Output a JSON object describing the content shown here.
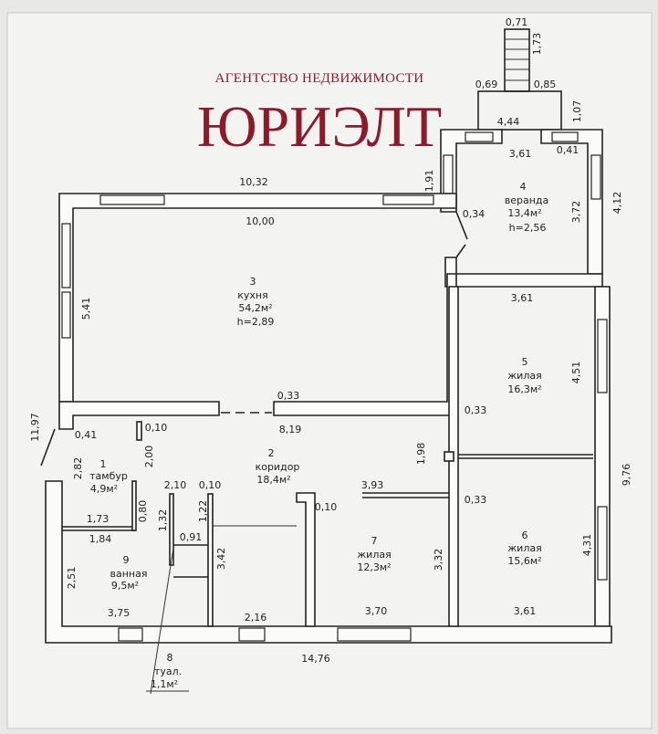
{
  "watermark": {
    "agency": "АГЕНТСТВО НЕДВИЖИМОСТИ",
    "brand": "ЮРИЭЛТ",
    "color": "#8b1a2b"
  },
  "rooms": [
    {
      "num": "1",
      "name": "тамбур",
      "area": "4,9м²"
    },
    {
      "num": "2",
      "name": "коридор",
      "area": "18,4м²"
    },
    {
      "num": "3",
      "name": "кухня",
      "area": "54,2м²",
      "height": "h=2,89"
    },
    {
      "num": "4",
      "name": "веранда",
      "area": "13,4м²",
      "height": "h=2,56"
    },
    {
      "num": "5",
      "name": "жилая",
      "area": "16,3м²"
    },
    {
      "num": "6",
      "name": "жилая",
      "area": "15,6м²"
    },
    {
      "num": "7",
      "name": "жилая",
      "area": "12,3м²"
    },
    {
      "num": "8",
      "name": "туал.",
      "area": "1,1м²"
    },
    {
      "num": "9",
      "name": "ванная",
      "area": "9,5м²"
    }
  ],
  "dimensions": {
    "stairs_width": "0,71",
    "stairs_length": "1,73",
    "porch_left": "0,69",
    "porch_right": "0,85",
    "porch_depth": "1,07",
    "veranda_outer": "4,44",
    "veranda_inner": "3,61",
    "veranda_wall": "0,41",
    "veranda_left": "1,91",
    "veranda_height": "3,72",
    "veranda_right": "4,12",
    "veranda_door": "0,34",
    "top_outer": "10,32",
    "top_inner": "10,00",
    "kitchen_left": "5,41",
    "left_total": "11,97",
    "kitchen_wall": "0,33",
    "corridor_width": "8,19",
    "room5_top": "3,61",
    "room5_side": "4,51",
    "room5_wall": "0,33",
    "right_total": "9,76",
    "tambur_wall": "0,41",
    "partition1": "0,10",
    "tambur_width": "2,00",
    "corridor_len": "1,98",
    "tambur_height": "2,82",
    "wc_top": "2,10",
    "partition2": "0,10",
    "room7_top": "3,93",
    "room7_wall": "0,10",
    "room6_wall": "0,33",
    "door1": "0,80",
    "tambur_bottom": "1,73",
    "bath_top": "1,84",
    "wc_side": "1,32",
    "wc_side2": "1,22",
    "wc_width": "0,91",
    "bath_height": "3,42",
    "room7_side": "3,32",
    "room6_side": "4,31",
    "bath_left": "2,51",
    "bath_width": "3,75",
    "hall_width": "2,16",
    "room7_width": "3,70",
    "room6_width": "3,61",
    "bottom_total": "14,76"
  }
}
